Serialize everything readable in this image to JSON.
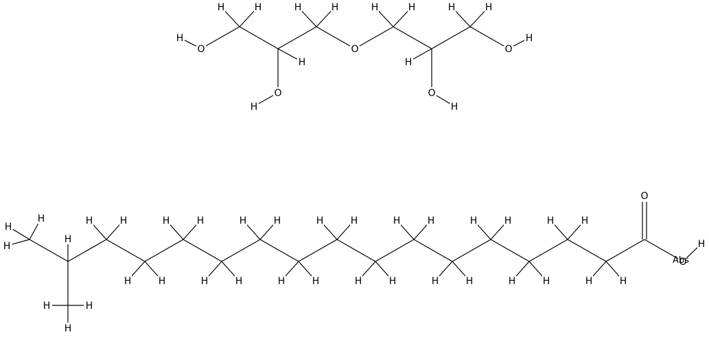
{
  "diagram": {
    "type": "chemical-structures",
    "molecules": [
      {
        "name": "diglycerol",
        "atoms": [
          {
            "id": "c1",
            "el": "C"
          },
          {
            "id": "c2",
            "el": "C"
          },
          {
            "id": "c3",
            "el": "C"
          },
          {
            "id": "o1",
            "el": "O"
          },
          {
            "id": "c4",
            "el": "C"
          },
          {
            "id": "c5",
            "el": "C"
          },
          {
            "id": "c6",
            "el": "C"
          },
          {
            "id": "o2",
            "el": "O"
          },
          {
            "id": "o3",
            "el": "O"
          },
          {
            "id": "o4",
            "el": "O"
          },
          {
            "id": "o5",
            "el": "O"
          },
          {
            "id": "h1",
            "el": "H"
          },
          {
            "id": "h2",
            "el": "H"
          },
          {
            "id": "h3",
            "el": "H"
          },
          {
            "id": "h4",
            "el": "H"
          },
          {
            "id": "h5",
            "el": "H"
          },
          {
            "id": "h6",
            "el": "H"
          },
          {
            "id": "h7",
            "el": "H"
          },
          {
            "id": "h8",
            "el": "H"
          },
          {
            "id": "h9",
            "el": "H"
          },
          {
            "id": "h10",
            "el": "H"
          },
          {
            "id": "h11",
            "el": "H"
          },
          {
            "id": "h12",
            "el": "H"
          },
          {
            "id": "h13",
            "el": "H"
          },
          {
            "id": "h14",
            "el": "H"
          }
        ]
      },
      {
        "name": "isostearic-acid",
        "atoms": [
          {
            "id": "m1",
            "el": "C"
          },
          {
            "id": "m2",
            "el": "C"
          },
          {
            "id": "m3",
            "el": "C"
          },
          {
            "id": "k1",
            "el": "C"
          },
          {
            "id": "k2",
            "el": "C"
          },
          {
            "id": "k3",
            "el": "C"
          },
          {
            "id": "k4",
            "el": "C"
          },
          {
            "id": "k5",
            "el": "C"
          },
          {
            "id": "k6",
            "el": "C"
          },
          {
            "id": "k7",
            "el": "C"
          },
          {
            "id": "k8",
            "el": "C"
          },
          {
            "id": "k9",
            "el": "C"
          },
          {
            "id": "k10",
            "el": "C"
          },
          {
            "id": "k11",
            "el": "C"
          },
          {
            "id": "k12",
            "el": "C"
          },
          {
            "id": "k13",
            "el": "C"
          },
          {
            "id": "k14",
            "el": "C"
          },
          {
            "id": "k15",
            "el": "C"
          },
          {
            "id": "oa",
            "el": "O"
          },
          {
            "id": "ob",
            "el": "O"
          },
          {
            "id": "hob",
            "el": "H"
          }
        ]
      }
    ],
    "abs_label": "Abs"
  }
}
